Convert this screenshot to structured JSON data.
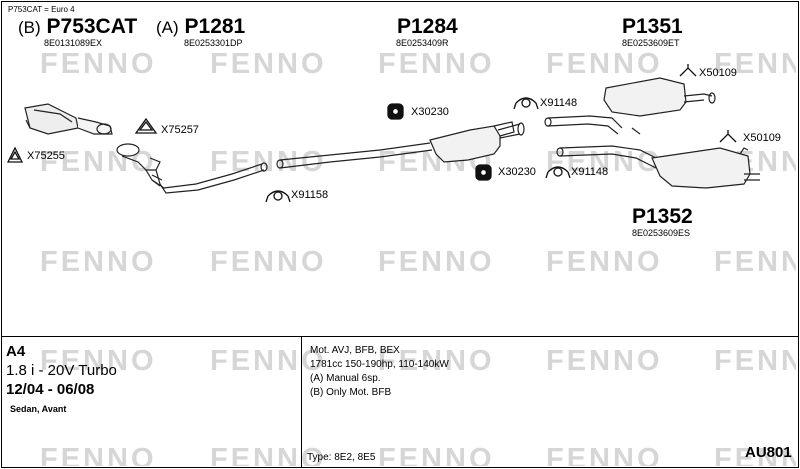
{
  "header_note": "P753CAT = Euro 4",
  "watermark_text": "FENNO",
  "parts": [
    {
      "prefix": "(B)",
      "code": "P753CAT",
      "oe": "8E0131089EX"
    },
    {
      "prefix": "(A)",
      "code": "P1281",
      "oe": "8E0253301DP"
    },
    {
      "prefix": "",
      "code": "P1284",
      "oe": "8E0253409R"
    },
    {
      "prefix": "",
      "code": "P1351",
      "oe": "8E0253609ET"
    },
    {
      "prefix": "",
      "code": "P1352",
      "oe": "8E0253609ES"
    }
  ],
  "fittings": [
    {
      "code": "X75255",
      "icon": "gasket-icon"
    },
    {
      "code": "X75257",
      "icon": "gasket-icon"
    },
    {
      "code": "X91158",
      "icon": "clamp-icon"
    },
    {
      "code": "X30230",
      "icon": "rubber-mount-icon"
    },
    {
      "code": "X30230",
      "icon": "rubber-mount-icon"
    },
    {
      "code": "X91148",
      "icon": "clamp-icon"
    },
    {
      "code": "X91148",
      "icon": "clamp-icon"
    },
    {
      "code": "X50109",
      "icon": "hanger-icon"
    },
    {
      "code": "X50109",
      "icon": "hanger-icon"
    }
  ],
  "vehicle": {
    "model": "A4",
    "engine": "1.8 i - 20V Turbo",
    "years": "12/04 - 06/08",
    "body": "Sedan, Avant"
  },
  "specs": {
    "motor": "Mot. AVJ, BFB, BEX",
    "power": "1781cc 150-190hp, 110-140kW",
    "note_a": "(A) Manual 6sp.",
    "note_b": "(B) Only Mot. BFB",
    "type": "Type:  8E2, 8E5"
  },
  "ref_code": "AU801"
}
